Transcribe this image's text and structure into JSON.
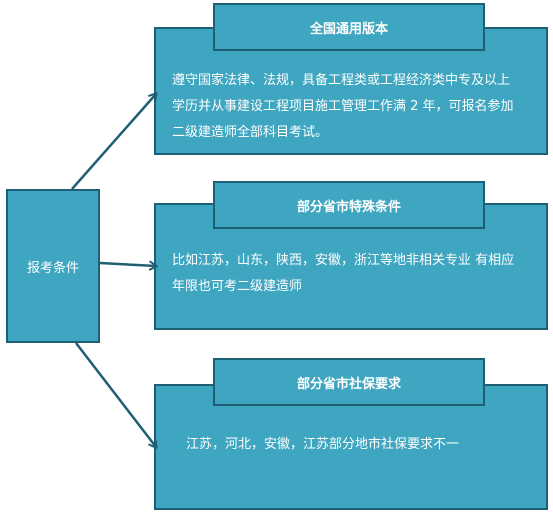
{
  "root": {
    "label": "报考条件"
  },
  "branches": [
    {
      "title": "全国通用版本",
      "lines": [
        "遵守国家法律、法规，具备工程类或工程经济类中专及以上",
        "学历并从事建设工程项目施工管理工作满 2 年，可报名参加",
        "二级建造师全部科目考试。"
      ]
    },
    {
      "title": "部分省市特殊条件",
      "lines": [
        "比如江苏，山东，陕西，安徽，浙江等地非相关专业 有相应",
        "年限也可考二级建造师"
      ]
    },
    {
      "title": "部分省市社保要求",
      "lines": [
        "江苏，河北，安徽，江苏部分地市社保要求不一"
      ]
    }
  ],
  "colors": {
    "fill": "#3ea6c0",
    "border": "#1f5f73",
    "arrow": "#1f5f73",
    "text": "#ffffff"
  }
}
